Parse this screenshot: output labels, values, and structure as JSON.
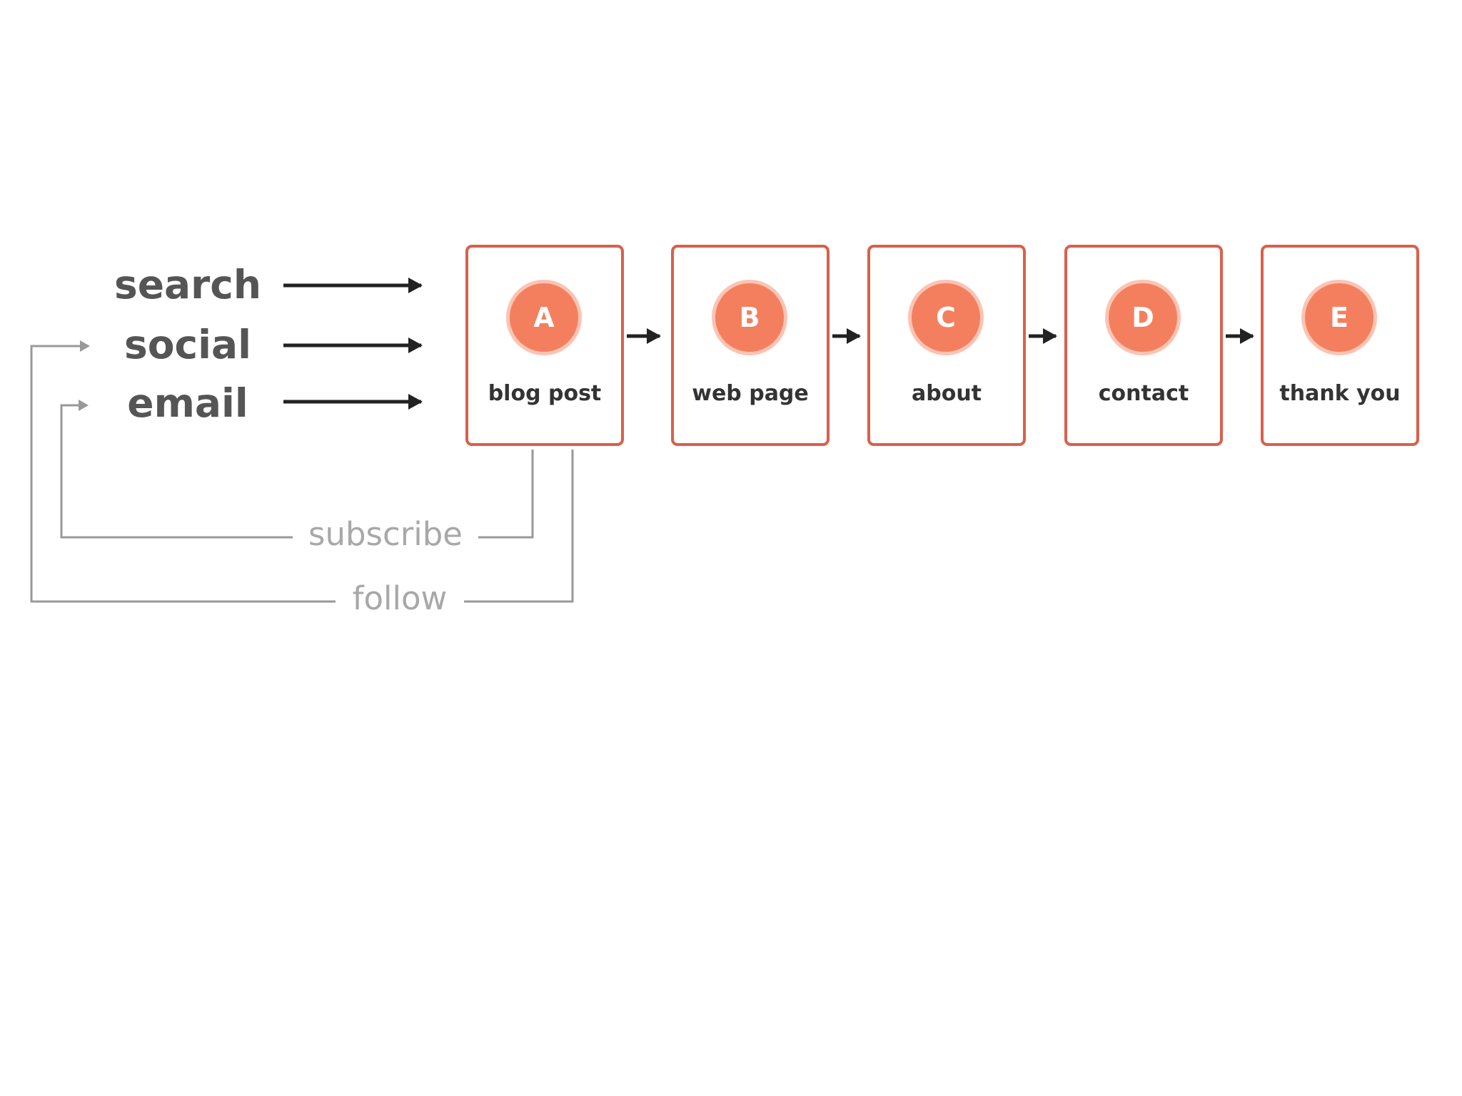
{
  "sources": [
    {
      "label": "search"
    },
    {
      "label": "social"
    },
    {
      "label": "email"
    }
  ],
  "steps": [
    {
      "badge": "A",
      "label": "blog post"
    },
    {
      "badge": "B",
      "label": "web page"
    },
    {
      "badge": "C",
      "label": "about"
    },
    {
      "badge": "D",
      "label": "contact"
    },
    {
      "badge": "E",
      "label": "thank you"
    }
  ],
  "loops": {
    "subscribe": "subscribe",
    "follow": "follow"
  },
  "colors": {
    "step_border": "#d9604b",
    "badge_fill": "#f47f5e",
    "badge_ring": "#fbc4b3",
    "source_text": "#555555",
    "loop_text": "#a8a8a8",
    "arrow": "#222222",
    "loop_line": "#999999"
  }
}
